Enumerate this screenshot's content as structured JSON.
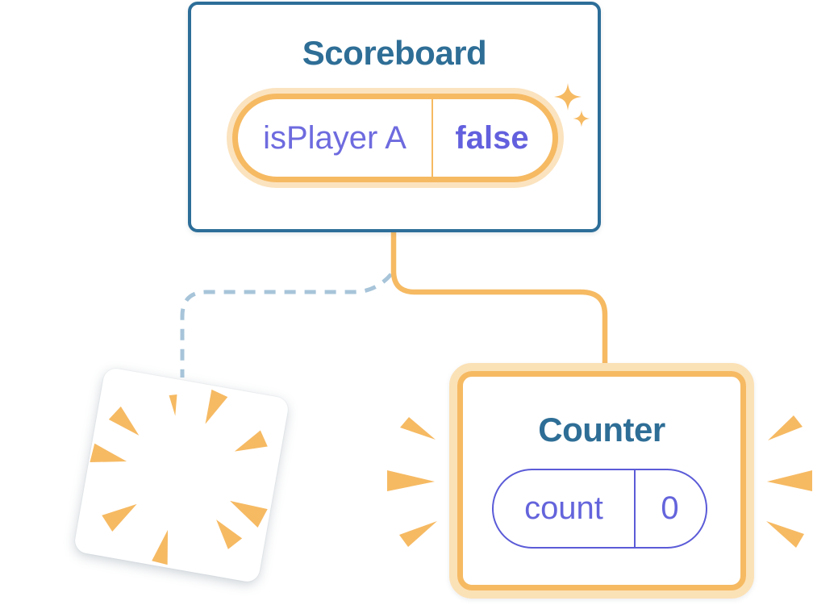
{
  "diagram": {
    "scoreboard": {
      "title": "Scoreboard",
      "state_label": "isPlayer A",
      "state_value": "false"
    },
    "counter": {
      "title": "Counter",
      "state_label": "count",
      "state_value": "0"
    }
  },
  "icons": {
    "sparkles": "sparkles-icon (two four-point stars)",
    "burst": "burst-icon (radial wedge poof marks)",
    "emphasis_rays": "emphasis-rays-icon (three wedges each side of Counter)"
  },
  "colors": {
    "card_border_blue": "#2D6E99",
    "title_blue": "#2E6E96",
    "accent_orange": "#F6BA63",
    "accent_orange_light": "#FBE1B6",
    "state_purple": "#6E6BDF",
    "pill_border_purple": "#5B5BD8",
    "dashed_connector_blue": "#A7C4D9",
    "background": "#FFFFFF"
  }
}
